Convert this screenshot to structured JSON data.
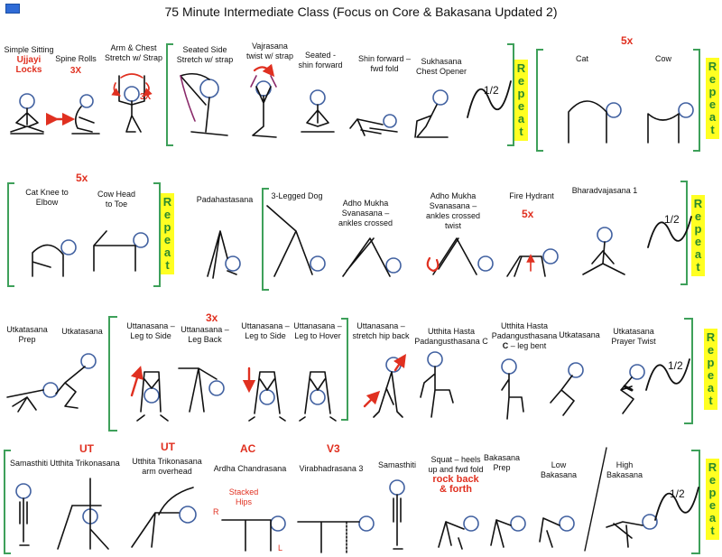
{
  "title": "75 Minute Intermediate Class (Focus on Core & Bakasana Updated 2)",
  "row1": {
    "simple_sitting": "Simple Sitting",
    "ujjayi": "Ujjayi",
    "locks": "Locks",
    "spine_rolls": "Spine Rolls",
    "spine_rolls_count": "3X",
    "arm_chest": "Arm & Chest",
    "stretch_strap": "Stretch w/ Strap",
    "arm_chest_count": "3X",
    "seated_side": "Seated Side",
    "seated_side2": "Stretch w/ strap",
    "vajrasana": "Vajrasana",
    "vajrasana2": "twist w/ strap",
    "seated": "Seated -",
    "shin_forward": "shin forward",
    "shin_fwd": "Shin forward –",
    "fwd_fold": "fwd fold",
    "sukhasana": "Sukhasana",
    "chest_opener": "Chest Opener",
    "half": "1/2",
    "cat_cow_count": "5x",
    "cat": "Cat",
    "cow": "Cow"
  },
  "row2": {
    "count": "5x",
    "cat_knee": "Cat Knee to",
    "elbow": "Elbow",
    "cow_head": "Cow Head",
    "to_toe": "to Toe",
    "padahastasana": "Padahastasana",
    "three_legged": "3-Legged Dog",
    "adho1": "Adho Mukha",
    "adho2": "Svanasana –",
    "adho3": "ankles crossed",
    "adhot1": "Adho Mukha",
    "adhot2": "Svanasana –",
    "adhot3": "ankles crossed",
    "adhot4": "twist",
    "fire_hydrant": "Fire Hydrant",
    "fire_count": "5x",
    "bharadvajasana": "Bharadvajasana 1",
    "half": "1/2"
  },
  "row3": {
    "utk_prep1": "Utkatasana",
    "utk_prep2": "Prep",
    "utkatasana": "Utkatasana",
    "utt_side1": "Uttanasana –",
    "utt_side2": "Leg to Side",
    "back_count": "3x",
    "utt_back1": "Uttanasana –",
    "utt_back2": "Leg Back",
    "utt_side3": "Uttanasana –",
    "utt_side4": "Leg to Side",
    "utt_hover1": "Uttanasana –",
    "utt_hover2": "Leg to Hover",
    "utt_hip1": "Uttanasana –",
    "utt_hip2": "stretch hip back",
    "uhp_c1": "Utthita Hasta",
    "uhp_c2": "Padangusthasana C",
    "uhp_cb1": "Utthita Hasta",
    "uhp_cb2": "Padangusthasana",
    "uhp_cb3a": "C",
    "uhp_cb3b": " – leg bent",
    "utkatasana2": "Utkatasana",
    "utk_twist1": "Utkatasana",
    "utk_twist2": "Prayer Twist",
    "half": "1/2"
  },
  "row4": {
    "samasthiti": "Samasthiti",
    "ut": "UT",
    "utthita_trik": "Utthita Trikonasana",
    "ut2": "UT",
    "trik_arm1": "Utthita Trikonasana",
    "trik_arm2": "arm overhead",
    "ac": "AC",
    "ardha": "Ardha Chandrasana",
    "stacked1": "Stacked",
    "stacked2": "Hips",
    "r": "R",
    "l": "L",
    "v3": "V3",
    "virabhadrasana": "Virabhadrasana 3",
    "samasthiti2": "Samasthiti",
    "squat1": "Squat – heels",
    "squat2": "up and fwd fold",
    "rock1": "rock back",
    "rock2": "& forth",
    "bakasana_prep1": "Bakasana",
    "bakasana_prep2": "Prep",
    "low1": "Low",
    "low2": "Bakasana",
    "high1": "High",
    "high2": "Bakasana",
    "half": "1/2"
  },
  "repeat_letters": [
    "R",
    "e",
    "p",
    "e",
    "a",
    "t"
  ]
}
